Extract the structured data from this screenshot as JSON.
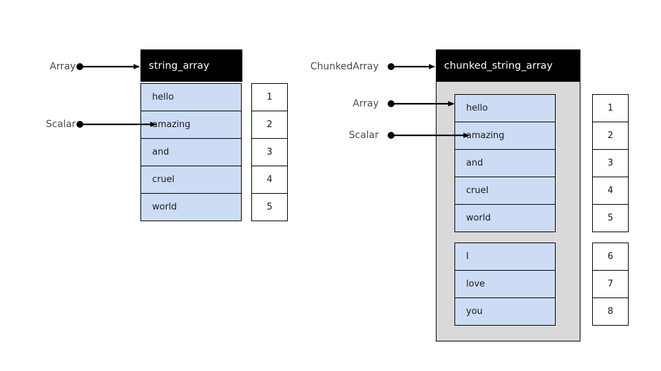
{
  "diagram": {
    "title": "",
    "colors": {
      "cell_fill": "#cddcf5",
      "chunk_container_fill": "#d9d9d9",
      "header_fill": "#000000",
      "header_text": "#ffffff",
      "label_text": "#4d4d4d",
      "stroke": "#000000"
    },
    "left_panel": {
      "header_label": "string_array",
      "pointers": [
        {
          "label": "Array",
          "target": "header"
        },
        {
          "label": "Scalar",
          "target": "value-row-1"
        }
      ],
      "values": [
        "hello",
        "amazing",
        "and",
        "cruel",
        "world"
      ],
      "indices": [
        "1",
        "2",
        "3",
        "4",
        "5"
      ]
    },
    "right_panel": {
      "header_label": "chunked_string_array",
      "pointers": [
        {
          "label": "ChunkedArray",
          "target": "header"
        },
        {
          "label": "Array",
          "target": "chunk-0"
        },
        {
          "label": "Scalar",
          "target": "chunk-0-value-row-1"
        }
      ],
      "chunks": [
        {
          "values": [
            "hello",
            "amazing",
            "and",
            "cruel",
            "world"
          ],
          "indices": [
            "1",
            "2",
            "3",
            "4",
            "5"
          ]
        },
        {
          "values": [
            "I",
            "love",
            "you"
          ],
          "indices": [
            "6",
            "7",
            "8"
          ]
        }
      ]
    }
  }
}
